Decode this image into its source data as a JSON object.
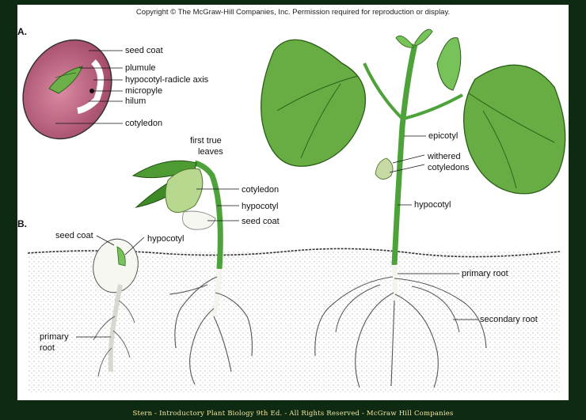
{
  "copyright": "Copyright © The McGraw-Hill Companies, Inc. Permission required for reproduction or display.",
  "footer": "Stern - Introductory Plant Biology 9th Ed. - All Rights Reserved - McGraw Hill Companies",
  "sections": {
    "a": "A.",
    "b": "B."
  },
  "labels_a": {
    "seed_coat": "seed coat",
    "plumule": "plumule",
    "hypocotyl_radicle": "hypocotyl-radicle axis",
    "micropyle": "micropyle",
    "hilum": "hilum",
    "cotyledon": "cotyledon"
  },
  "labels_b": {
    "first_true_1": "first true",
    "first_true_2": "leaves",
    "cotyledon": "cotyledon",
    "hypocotyl_mid": "hypocotyl",
    "seed_coat_mid": "seed coat",
    "seed_coat_left": "seed coat",
    "hypocotyl_left": "hypocotyl",
    "primary_root_1": "primary",
    "primary_root_2": "root",
    "epicotyl": "epicotyl",
    "withered_1": "withered",
    "withered_2": "cotyledons",
    "hypocotyl_right": "hypocotyl",
    "primary_root_right": "primary root",
    "secondary_root": "secondary root"
  },
  "colors": {
    "leaf": "#5fa83c",
    "leaf_dark": "#2f6b1c",
    "stem": "#4ea23a",
    "cotyledon_seed": "#b85a7a",
    "soil": "#f0f0f0"
  }
}
